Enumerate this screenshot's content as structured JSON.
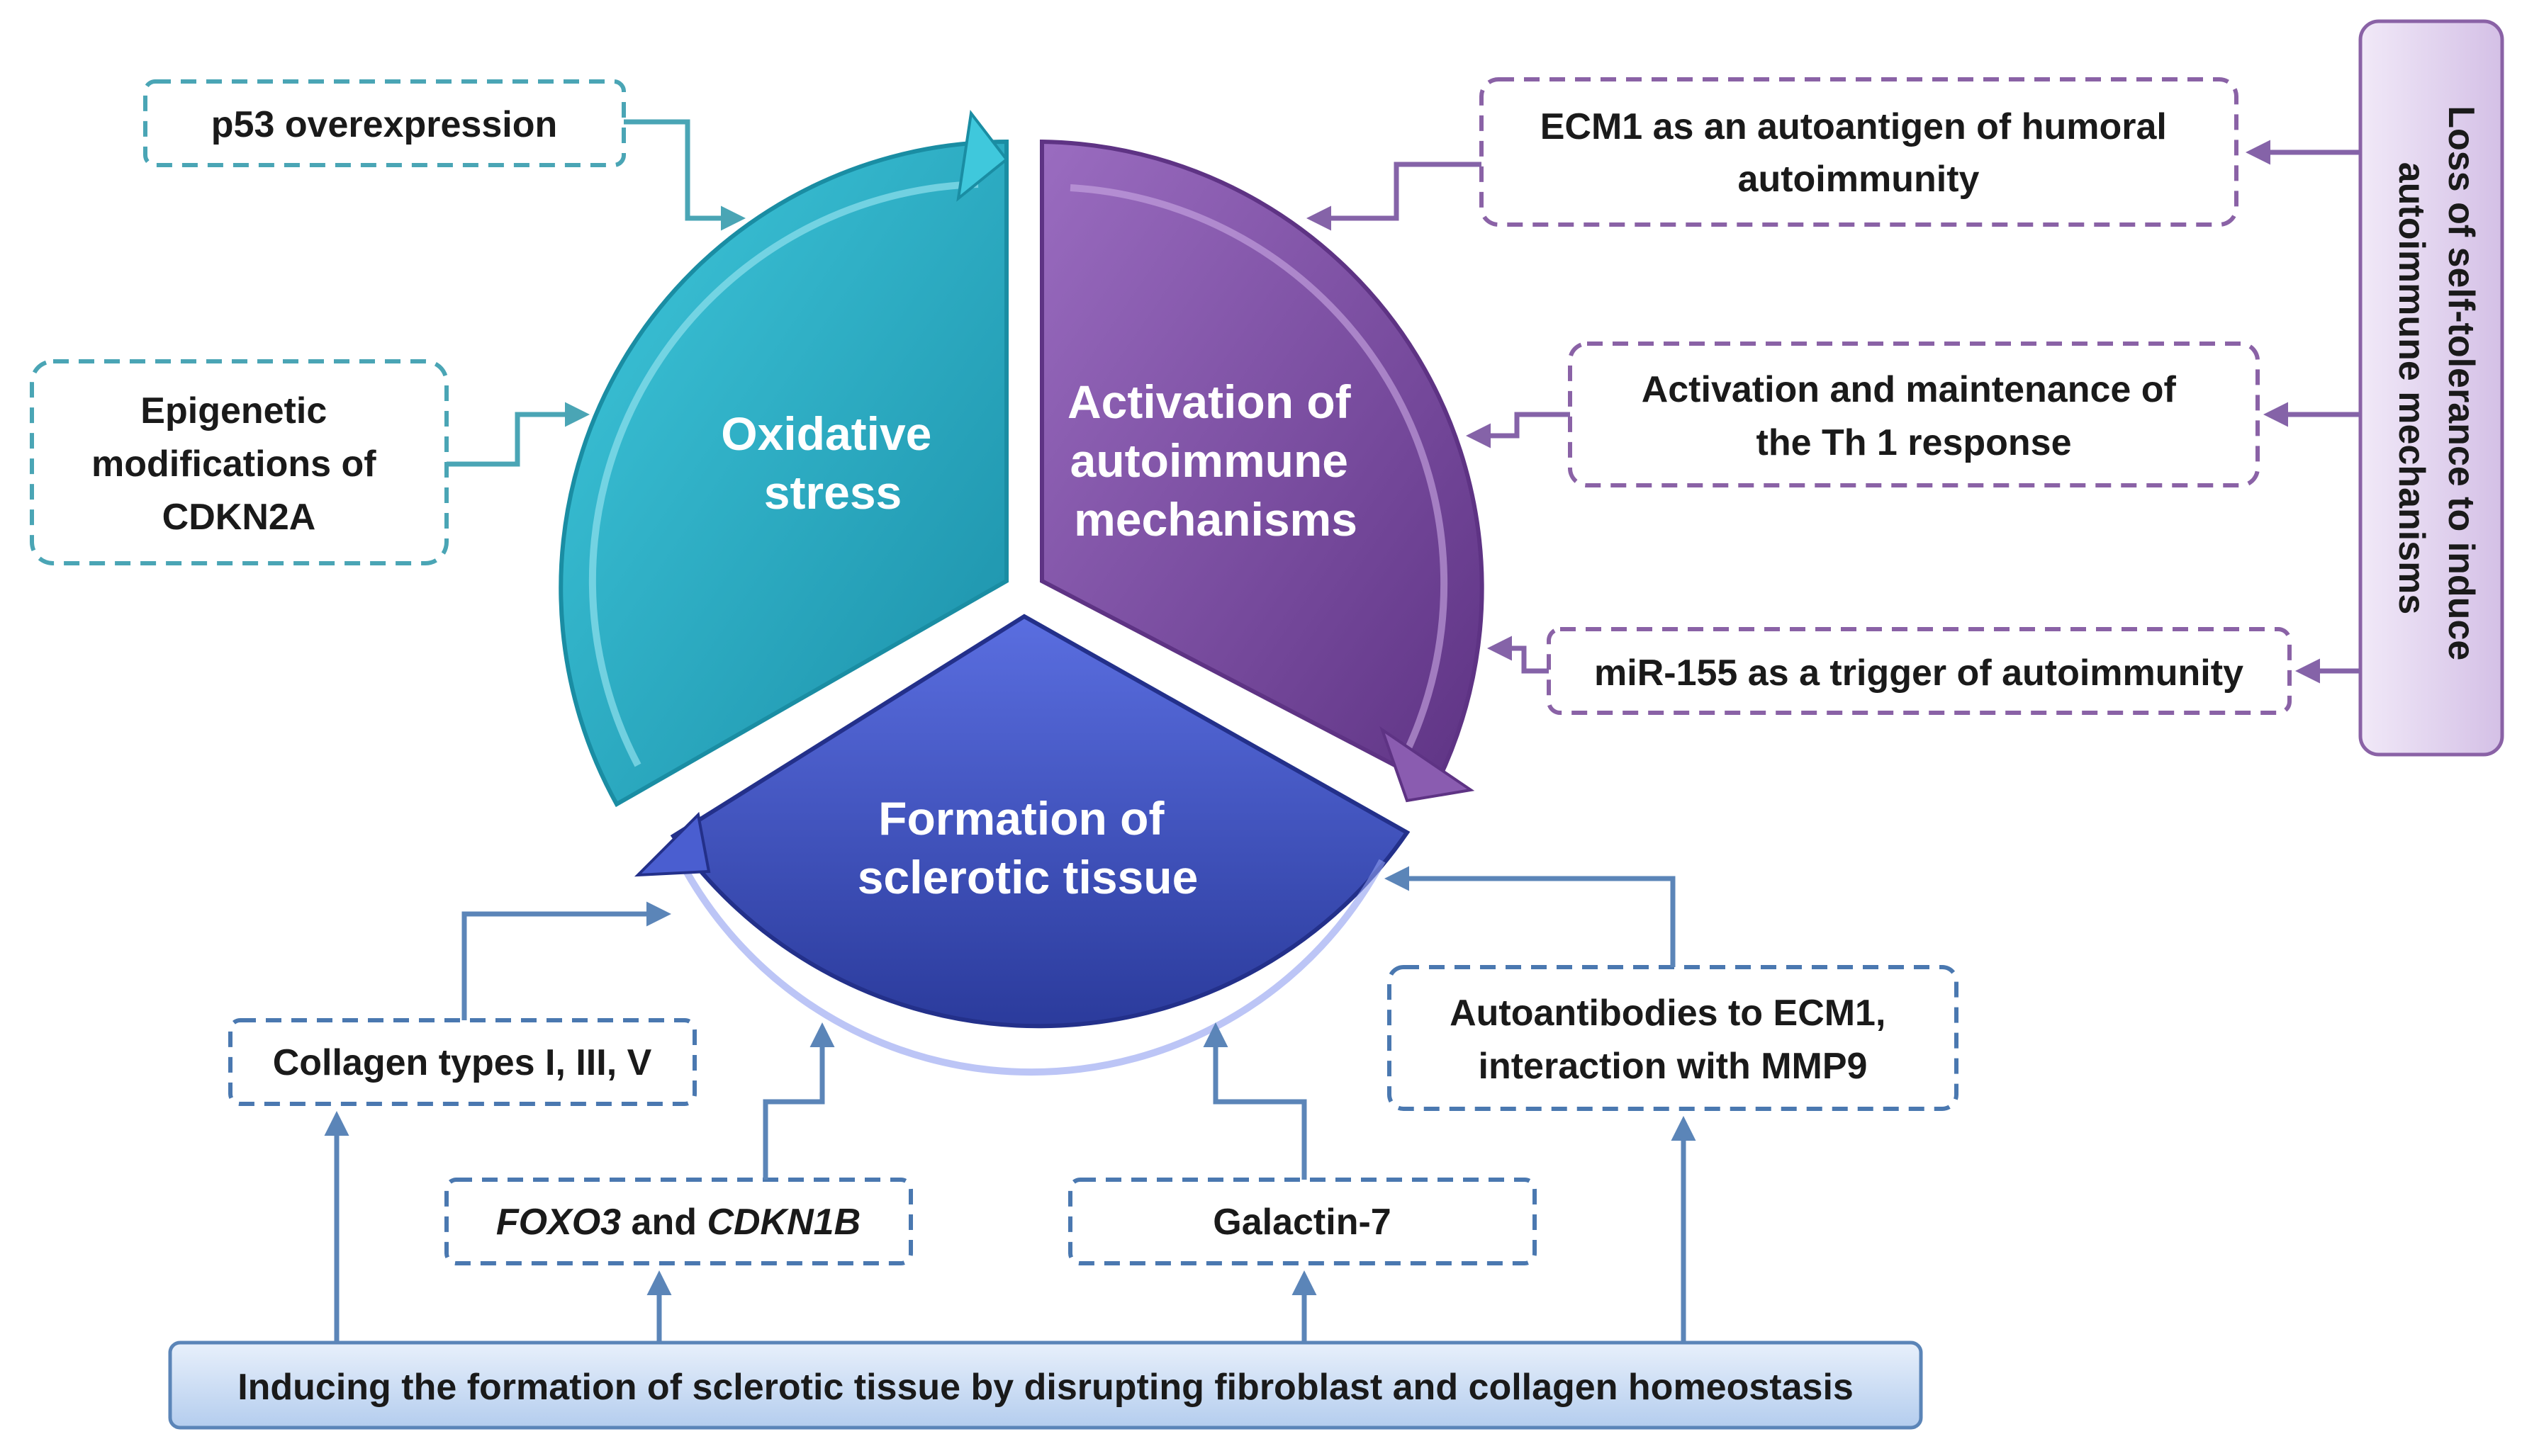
{
  "segments": {
    "oxidative": {
      "line1": "Oxidative",
      "line2": "stress"
    },
    "autoimmune": {
      "line1": "Activation of",
      "line2": "autoimmune",
      "line3": "mechanisms"
    },
    "sclerotic": {
      "line1": "Formation of",
      "line2": "sclerotic tissue"
    }
  },
  "left_boxes": {
    "p53": {
      "line1": "p53 overexpression"
    },
    "epigenetic": {
      "line1": "Epigenetic",
      "line2": "modifications of",
      "line3": "CDKN2A"
    }
  },
  "right_boxes": {
    "ecm1": {
      "line1": "ECM1 as an autoantigen of humoral",
      "line2": "autoimmunity"
    },
    "th1": {
      "line1": "Activation and maintenance of",
      "line2": "the Th 1 response"
    },
    "mir155": {
      "line1": "miR-155 as a trigger of autoimmunity"
    }
  },
  "side_panel": {
    "line1": "Loss of self-tolerance to induce",
    "line2": "autoimmune mechanisms"
  },
  "bottom_boxes": {
    "collagen": {
      "line1": "Collagen types I, III, V"
    },
    "foxo3": {
      "part1": "FOXO3",
      "part2": " and ",
      "part3": "CDKN1B"
    },
    "galactin": {
      "line1": "Galactin-7"
    },
    "autoantibodies": {
      "line1": "Autoantibodies to ECM1,",
      "line2": "interaction with MMP9"
    }
  },
  "bottom_banner": {
    "text": "Inducing the formation of sclerotic tissue by disrupting fibroblast and collagen homeostasis"
  },
  "colors": {
    "teal": "#27b3c9",
    "purple": "#7c4a9e",
    "blue": "#3a4fb8",
    "teal_border": "#4aa5b5",
    "purple_border": "#8a62a6",
    "blue_border": "#4a78b0",
    "arrow_blue": "#5b85b8",
    "arrow_purple": "#8563a8"
  }
}
